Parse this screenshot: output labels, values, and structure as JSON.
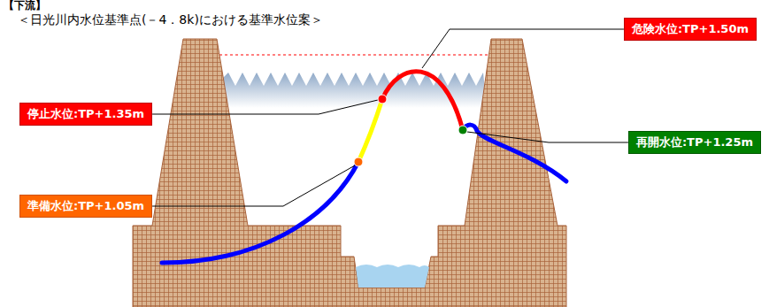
{
  "diagram": {
    "title": "＜日光川内水位基準点(－4．8k)における基準水位案＞",
    "nodes": [
      {
        "text": [
          "危険水位:TP+1.50m"
        ]
      },
      {
        "text": [
          "停止水位:TP+1.35m"
        ]
      },
      {
        "text": [
          "準備水位:TP+1.05m"
        ]
      },
      {
        "text": [
          "再開水位:TP+1.25m"
        ]
      }
    ],
    "labels": [
      "【下流】"
    ]
  }
}
